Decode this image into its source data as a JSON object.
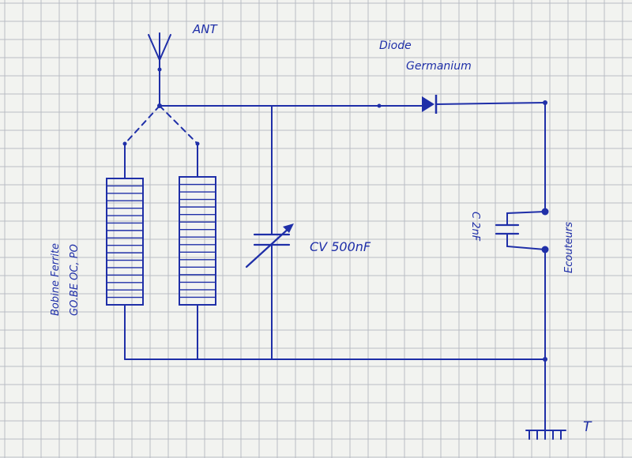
{
  "labels": {
    "antenna": "ANT",
    "diode_line1": "Diode",
    "diode_line2": "Germanium",
    "capacitor_variable": "CV 500nF",
    "coil_line1": "Bobine Ferrite",
    "coil_line2": "GO.BE     OC, PO",
    "capacitor_fixed": "C 2nF",
    "earphones": "Ecouteurs",
    "ground": "T"
  },
  "colors": {
    "ink": "#1f2fa8",
    "grid": "#b9bcc4",
    "paper": "#f2f3f0"
  }
}
